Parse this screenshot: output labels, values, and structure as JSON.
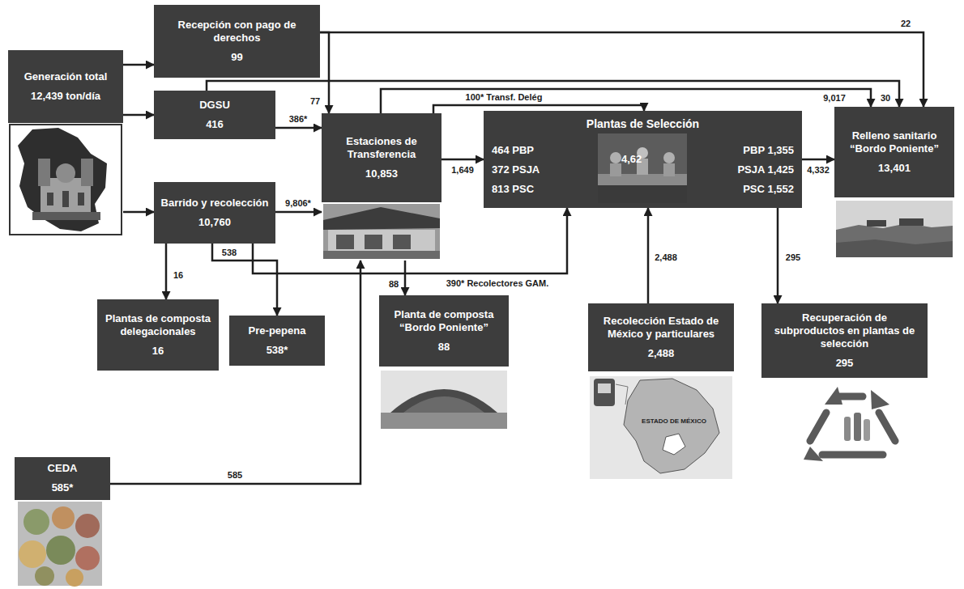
{
  "diagram": {
    "nodes": [
      {
        "text": [
          "Generación total",
          "12,439 ton/día"
        ]
      },
      {
        "text": [
          "Recepción con pago de derechos",
          "99"
        ]
      },
      {
        "text": [
          "DGSU",
          "416"
        ]
      },
      {
        "text": [
          "Barrido y recolección",
          "10,760"
        ]
      },
      {
        "text": [
          "Estaciones de Transferencia",
          "10,853"
        ]
      },
      {
        "text": [
          "Plantas de Selección",
          "464 PBP",
          "372 PSJA",
          "813 PSC",
          "4,62",
          "PBP 1,355",
          "PSJA 1,425",
          "PSC 1,552"
        ]
      },
      {
        "text": [
          "Relleno sanitario “Bordo Poniente”",
          "13,401"
        ]
      },
      {
        "text": [
          "Plantas de composta delegacionales",
          "16"
        ]
      },
      {
        "text": [
          "Pre-pepena",
          "538*"
        ]
      },
      {
        "text": [
          "Planta de composta “Bordo Poniente”",
          "88"
        ]
      },
      {
        "text": [
          "Recolección Estado de México y particulares",
          "2,488"
        ]
      },
      {
        "text": [
          "Recuperación de subproductos en plantas de selección",
          "295"
        ]
      },
      {
        "text": [
          "CEDA",
          "585*"
        ]
      }
    ],
    "edges": [
      {
        "from": 0,
        "to": 1,
        "arrow": "to"
      },
      {
        "from": 0,
        "to": 2,
        "arrow": "to"
      },
      {
        "from": 0,
        "to": 3,
        "arrow": "to"
      },
      {
        "from": 1,
        "to": 4,
        "label": "77",
        "arrow": "to"
      },
      {
        "from": 1,
        "to": 6,
        "label": "22",
        "arrow": "to"
      },
      {
        "from": 2,
        "to": 6,
        "label": "30",
        "arrow": "to"
      },
      {
        "from": 2,
        "to": 4,
        "label": "386*",
        "arrow": "to"
      },
      {
        "from": 3,
        "to": 4,
        "label": "9,806*",
        "arrow": "to"
      },
      {
        "from": 4,
        "to": 6,
        "label": "9,017",
        "arrow": "to"
      },
      {
        "from": 4,
        "to": 5,
        "label": "100* Transf. Delég",
        "arrow": "to"
      },
      {
        "from": 4,
        "to": 5,
        "label": "1,649",
        "arrow": "to"
      },
      {
        "from": 5,
        "to": 6,
        "label": "4,332",
        "arrow": "to"
      },
      {
        "from": 3,
        "to": 7,
        "label": "16",
        "arrow": "to"
      },
      {
        "from": 3,
        "to": 8,
        "label": "538",
        "arrow": "to"
      },
      {
        "from": 3,
        "to": 5,
        "label": "390* Recolectores GAM.",
        "arrow": "to"
      },
      {
        "from": 4,
        "to": 9,
        "label": "88",
        "arrow": "to"
      },
      {
        "from": 12,
        "to": 4,
        "label": "585",
        "arrow": "to"
      },
      {
        "from": 10,
        "to": 5,
        "label": "2,488",
        "arrow": "to"
      },
      {
        "from": 5,
        "to": 11,
        "label": "295",
        "arrow": "to"
      }
    ],
    "labels": [
      "ESTADO DE MÉXICO"
    ]
  }
}
